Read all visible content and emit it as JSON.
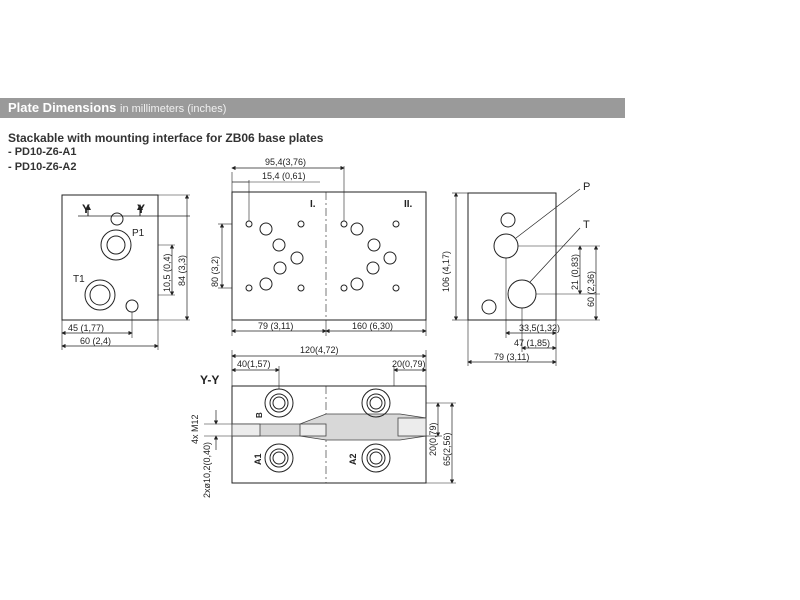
{
  "header": {
    "title": "Plate Dimensions",
    "units_note": "in millimeters (inches)"
  },
  "subtitle": "Stackable with mounting interface for ZB06 base plates",
  "variants": [
    "- PD10-Z6-A1",
    "- PD10-Z6-A2"
  ],
  "side_view": {
    "section_mark": "Y",
    "port_p": "P1",
    "port_t": "T1",
    "dim_height_small": "10,5 (0,4)",
    "dim_height_large": "84 (3,3)",
    "dim_width_small": "45 (1,77)",
    "dim_width_large": "60 (2,4)"
  },
  "top_view": {
    "dim_95": "95,4(3,76)",
    "dim_15": "15,4 (0,61)",
    "dim_80": "80 (3,2)",
    "dim_79": "79 (3,11)",
    "dim_160": "160 (6,30)",
    "zone_1": "I.",
    "zone_2": "II."
  },
  "end_view": {
    "port_p": "P",
    "port_t": "T",
    "dim_106": "106 (4,17)",
    "dim_21": "21 (0,83)",
    "dim_60": "60 (2,36)",
    "dim_33": "33,5(1,32)",
    "dim_47": "47 (1,85)",
    "dim_79": "79 (3,11)"
  },
  "section_view": {
    "title": "Y-Y",
    "dim_120": "120(4,72)",
    "dim_40": "40(1,57)",
    "dim_20_top": "20(0,79)",
    "dim_m12": "4x M12",
    "dim_2x": "2xø10,2(0,40)",
    "dim_20_right": "20(0,79)",
    "dim_65": "65(2,56)",
    "port_a1": "A1",
    "port_a2": "A2",
    "port_b": "B"
  }
}
